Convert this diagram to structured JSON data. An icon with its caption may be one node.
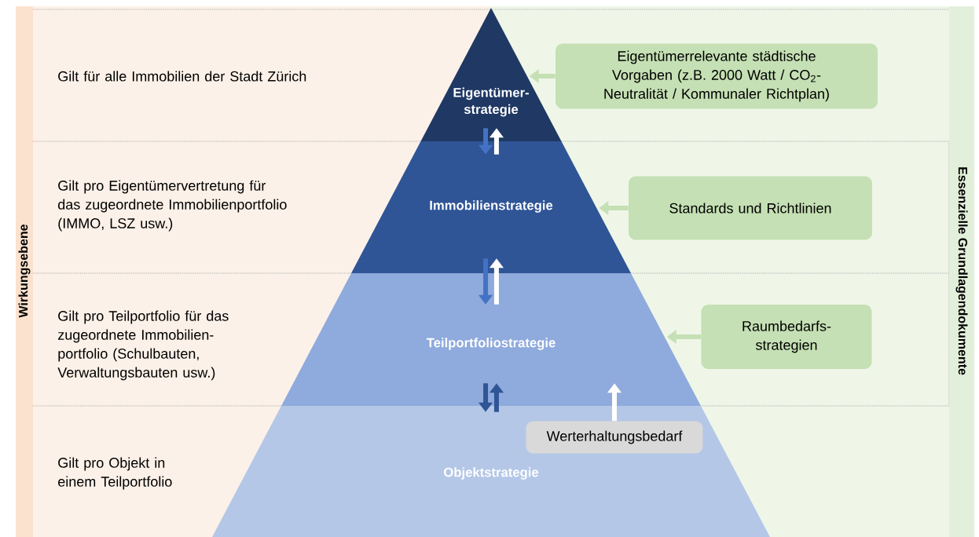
{
  "diagram": {
    "nodes": [
      {
        "text": [
          "Wirkungsebene"
        ]
      },
      {
        "text": [
          "Eigentümer- strategie"
        ]
      },
      {
        "text": [
          "Eigentümerrelevante städtische Vorgaben (z.B. 2000 Watt / CO$_{2}$-Neutralität / Kommunaler Richtplan)"
        ]
      },
      {
        "text": [
          "Immobilienstrategie"
        ]
      },
      {
        "text": [
          "Standards und Richtlinien"
        ]
      },
      {
        "text": [
          "Teilportfoliostrategie"
        ]
      },
      {
        "text": [
          "Raumbedarfs- strategien"
        ]
      },
      {
        "text": [
          "Werterhaltungsbedarf"
        ],
        "in": 8
      },
      {
        "text": [
          "Objektstrategie"
        ]
      },
      {
        "text": [
          "Essenzielle Grundlagendokumente"
        ]
      }
    ],
    "edges": [
      {
        "from": 2,
        "to": 1,
        "arrow": "to",
        "color": "#c5e0b4"
      },
      {
        "from": 1,
        "to": 3,
        "arrow": "to",
        "color": "#4472c4"
      },
      {
        "from": 3,
        "to": 1,
        "arrow": "to",
        "color": "#ffffff"
      },
      {
        "from": 4,
        "to": 3,
        "arrow": "to",
        "color": "#c5e0b4"
      },
      {
        "from": 3,
        "to": 5,
        "arrow": "to",
        "color": "#4472c4"
      },
      {
        "from": 5,
        "to": 3,
        "arrow": "to",
        "color": "#ffffff"
      },
      {
        "from": 6,
        "to": 5,
        "arrow": "to",
        "color": "#c5e0b4"
      },
      {
        "from": 5,
        "to": 8,
        "arrow": "to",
        "color": "#2f5597"
      },
      {
        "from": 8,
        "to": 5,
        "arrow": "to",
        "color": "#2f5597"
      },
      {
        "from": 7,
        "to": 5,
        "arrow": "to",
        "color": "#ffffff"
      }
    ],
    "labels": [
      "Gilt für alle Immobilien der Stadt Zürich",
      "Gilt pro Eigentümervertretung für das zugeordnete Immobilienportfolio (IMMO, LSZ usw.)",
      "Gilt pro Teilportfolio für das zugeordnete Immobilien- portfolio (Schulbauten, Verwaltungsbauten usw.)",
      "Gilt pro Objekt in einem Teilportfolio"
    ]
  }
}
